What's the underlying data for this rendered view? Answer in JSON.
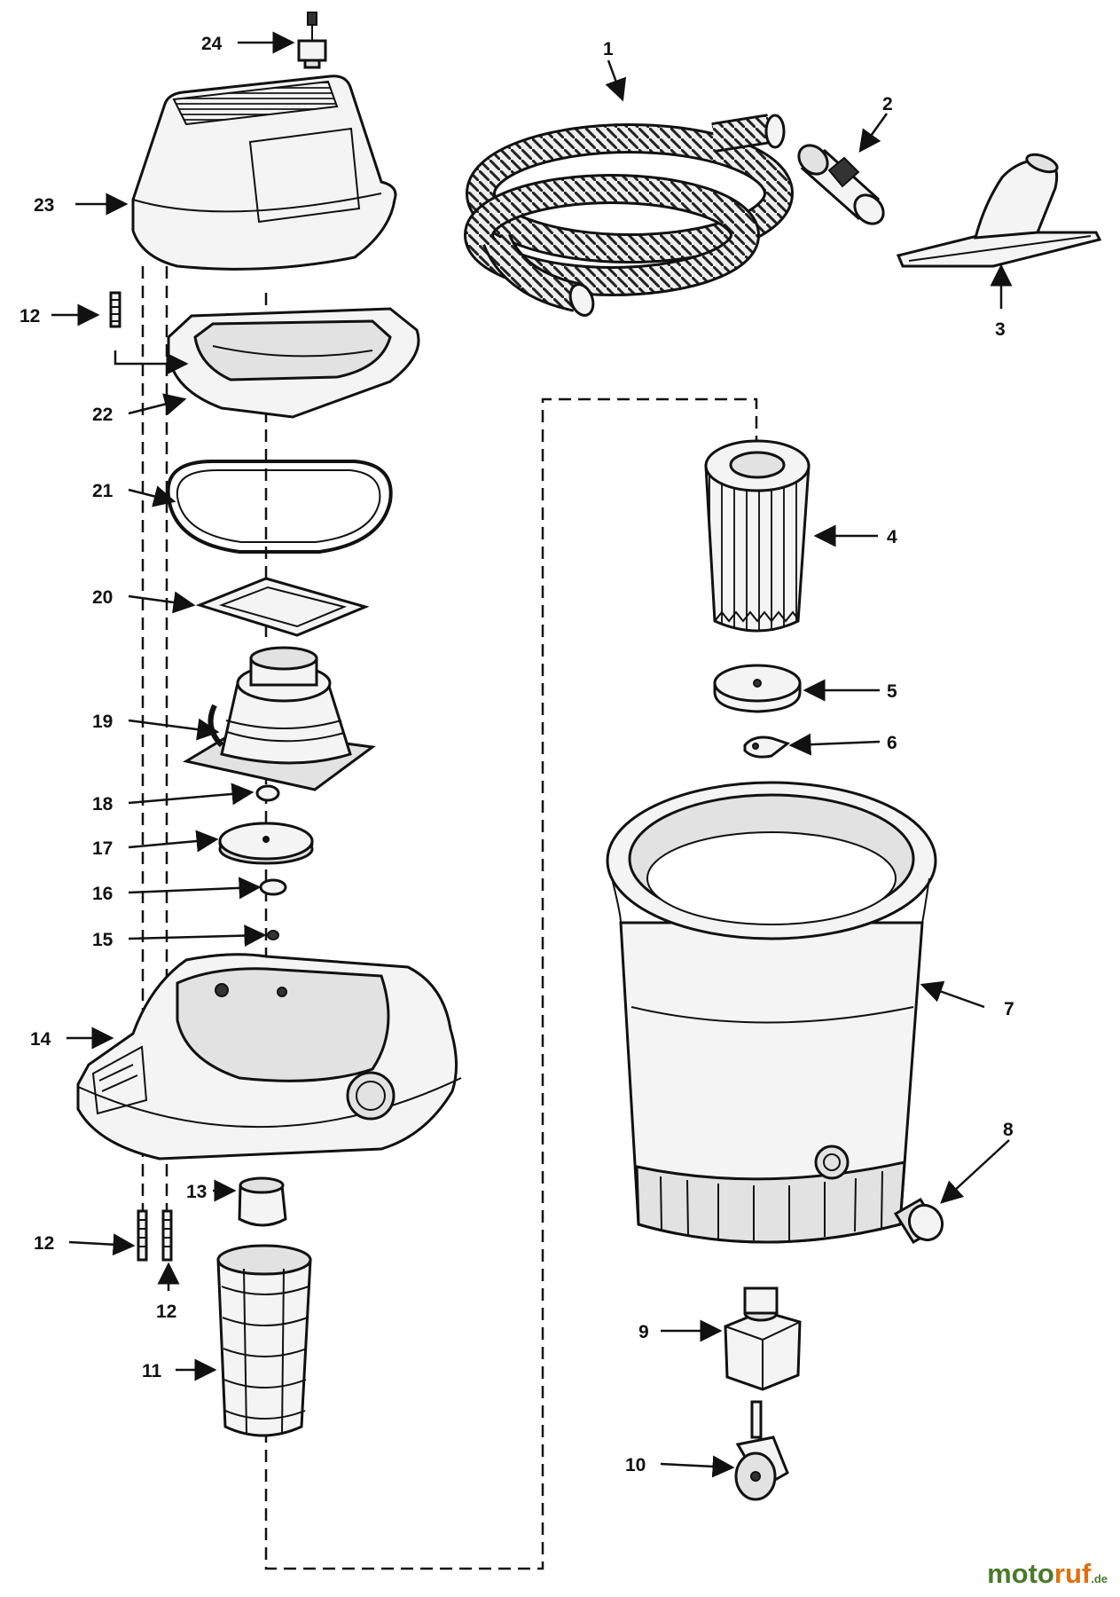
{
  "labels": {
    "p1": "1",
    "p2": "2",
    "p3": "3",
    "p4": "4",
    "p5": "5",
    "p6": "6",
    "p7": "7",
    "p8": "8",
    "p9": "9",
    "p10": "10",
    "p11": "11",
    "p12a": "12",
    "p12b": "12",
    "p12c": "12",
    "p13": "13",
    "p14": "14",
    "p15": "15",
    "p16": "16",
    "p17": "17",
    "p18": "18",
    "p19": "19",
    "p20": "20",
    "p21": "21",
    "p22": "22",
    "p23": "23",
    "p24": "24"
  },
  "watermark": {
    "a": "moto",
    "b": "ruf",
    "c": ".de"
  }
}
